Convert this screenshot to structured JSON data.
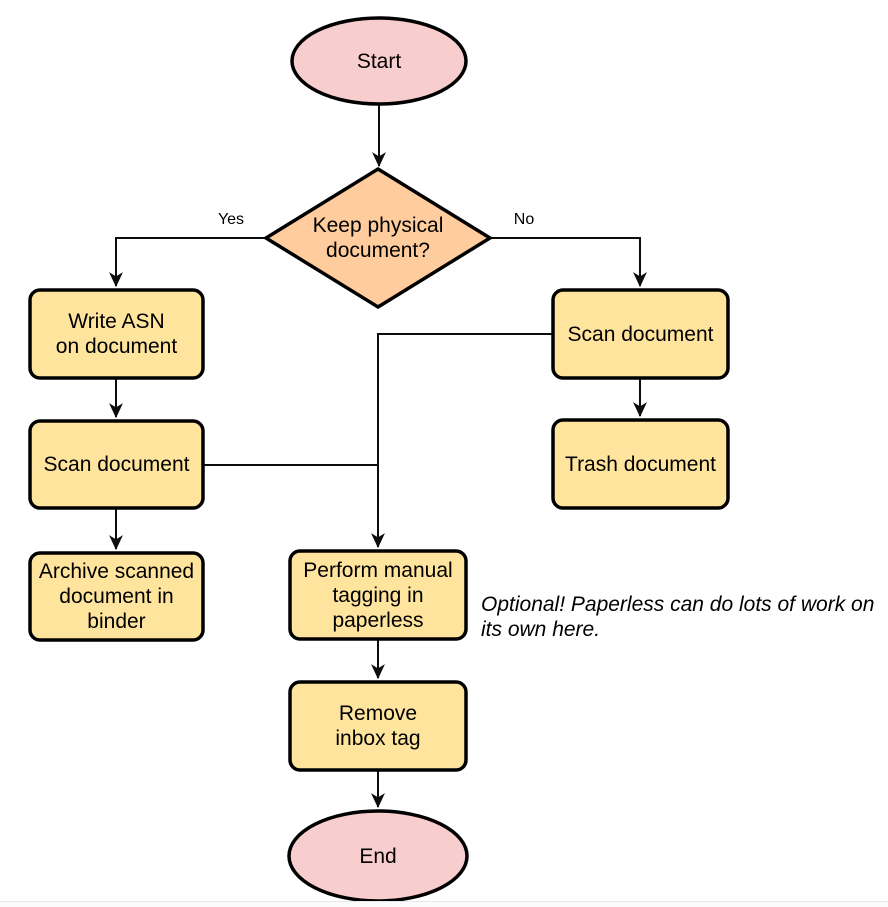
{
  "diagram": {
    "nodes": {
      "start": {
        "label": "Start"
      },
      "decision": {
        "label": "Keep physical\ndocument?"
      },
      "write_asn": {
        "label": "Write ASN\non document"
      },
      "scan_left": {
        "label": "Scan document"
      },
      "archive": {
        "label": "Archive scanned\ndocument in\nbinder"
      },
      "scan_right": {
        "label": "Scan document"
      },
      "trash": {
        "label": "Trash document"
      },
      "tagging": {
        "label": "Perform manual\ntagging in\npaperless"
      },
      "remove_inbox": {
        "label": "Remove\ninbox tag"
      },
      "end": {
        "label": "End"
      }
    },
    "edge_labels": {
      "yes": "Yes",
      "no": "No"
    },
    "note": "Optional! Paperless can do lots of work on\nits own here."
  },
  "colors": {
    "terminal_fill": "#f8cdcd",
    "decision_fill": "#ffcc9e",
    "process_fill": "#ffe49d",
    "stroke": "#000000",
    "background": "#ffffff"
  }
}
